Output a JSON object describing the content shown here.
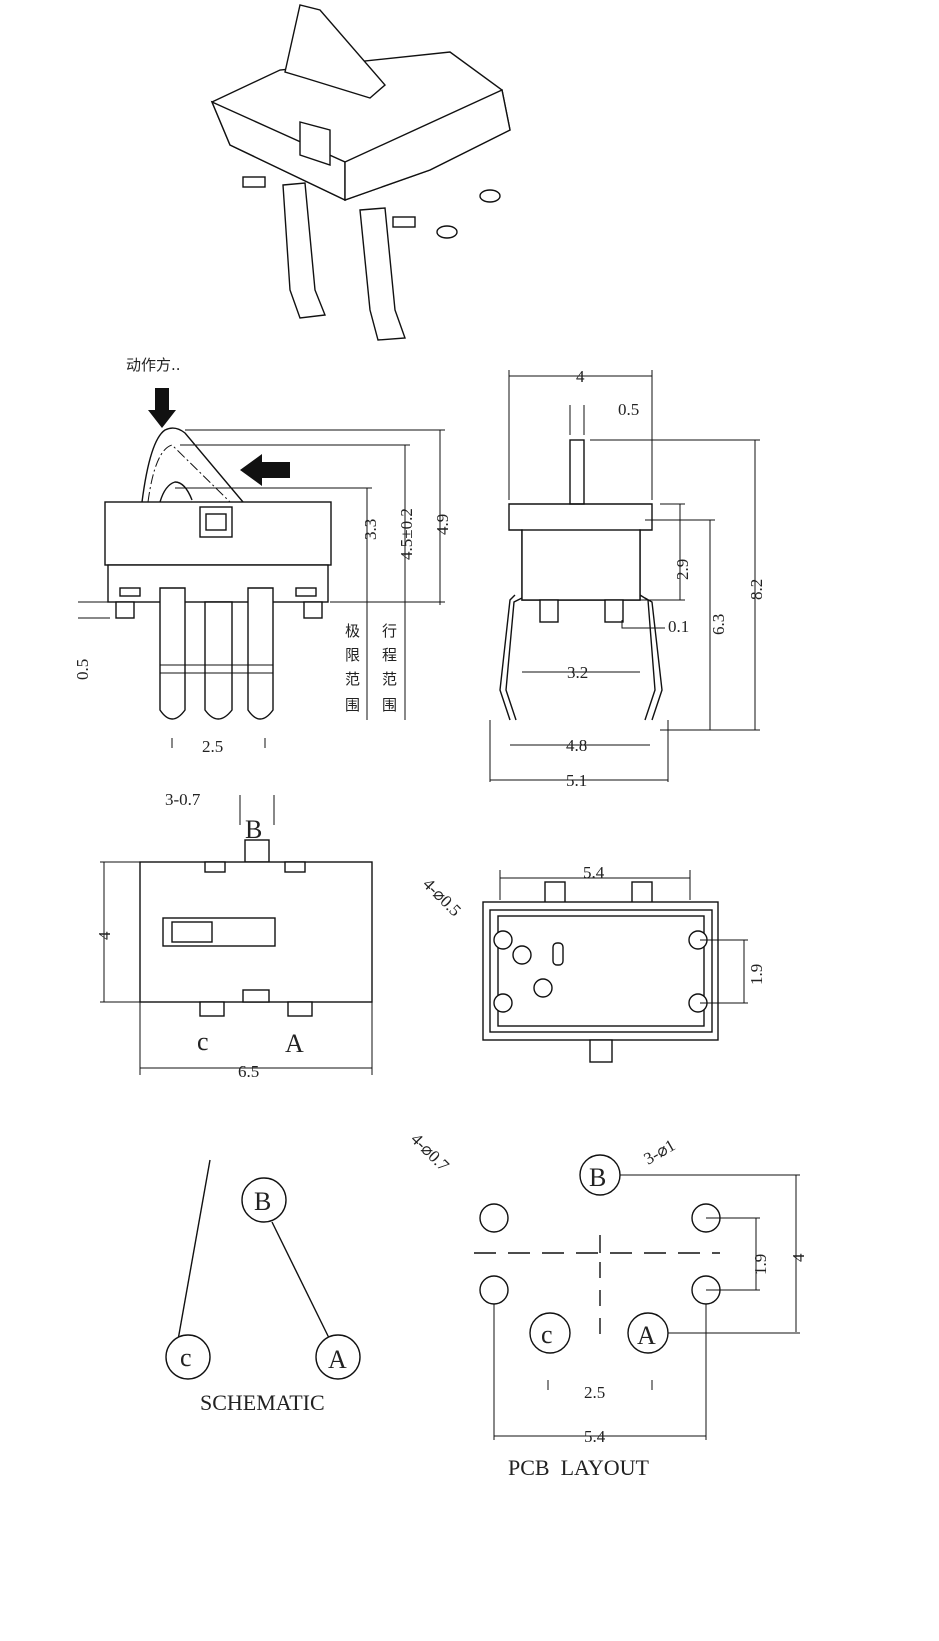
{
  "iso_view": {},
  "side_view": {
    "action_direction": "动作方..",
    "dim_3_3": "3.3",
    "dim_4_5": "4.5±0.2",
    "dim_4_9": "4.9",
    "dim_0_5": "0.5",
    "dim_2_5": "2.5",
    "limit_range": [
      "极",
      "限",
      "范",
      "围"
    ],
    "travel_range": [
      "行",
      "程",
      "范",
      "围"
    ]
  },
  "front_view": {
    "dim_4": "4",
    "dim_0_5": "0.5",
    "dim_8_2": "8.2",
    "dim_2_9": "2.9",
    "dim_6_3": "6.3",
    "dim_0_1": "0.1",
    "dim_3_2": "3.2",
    "dim_4_8": "4.8",
    "dim_5_1": "5.1"
  },
  "top_view": {
    "pin_note": "3-0.7",
    "pin_b": "B",
    "dim_4": "4",
    "pin_c": "c",
    "pin_a": "A",
    "dim_6_5": "6.5"
  },
  "bottom_view": {
    "hole_note": "4-⌀0.5",
    "dim_5_4": "5.4",
    "dim_1_9": "1.9"
  },
  "schematic": {
    "pin_b": "B",
    "pin_c": "c",
    "pin_a": "A",
    "title": "SCHEMATIC"
  },
  "pcb_layout": {
    "hole_note": "4-⌀0.7",
    "pad_note": "3-⌀1",
    "pin_b": "B",
    "pin_c": "c",
    "pin_a": "A",
    "dim_1_9": "1.9",
    "dim_4": "4",
    "dim_2_5": "2.5",
    "dim_5_4": "5.4",
    "title": "PCB  LAYOUT"
  }
}
